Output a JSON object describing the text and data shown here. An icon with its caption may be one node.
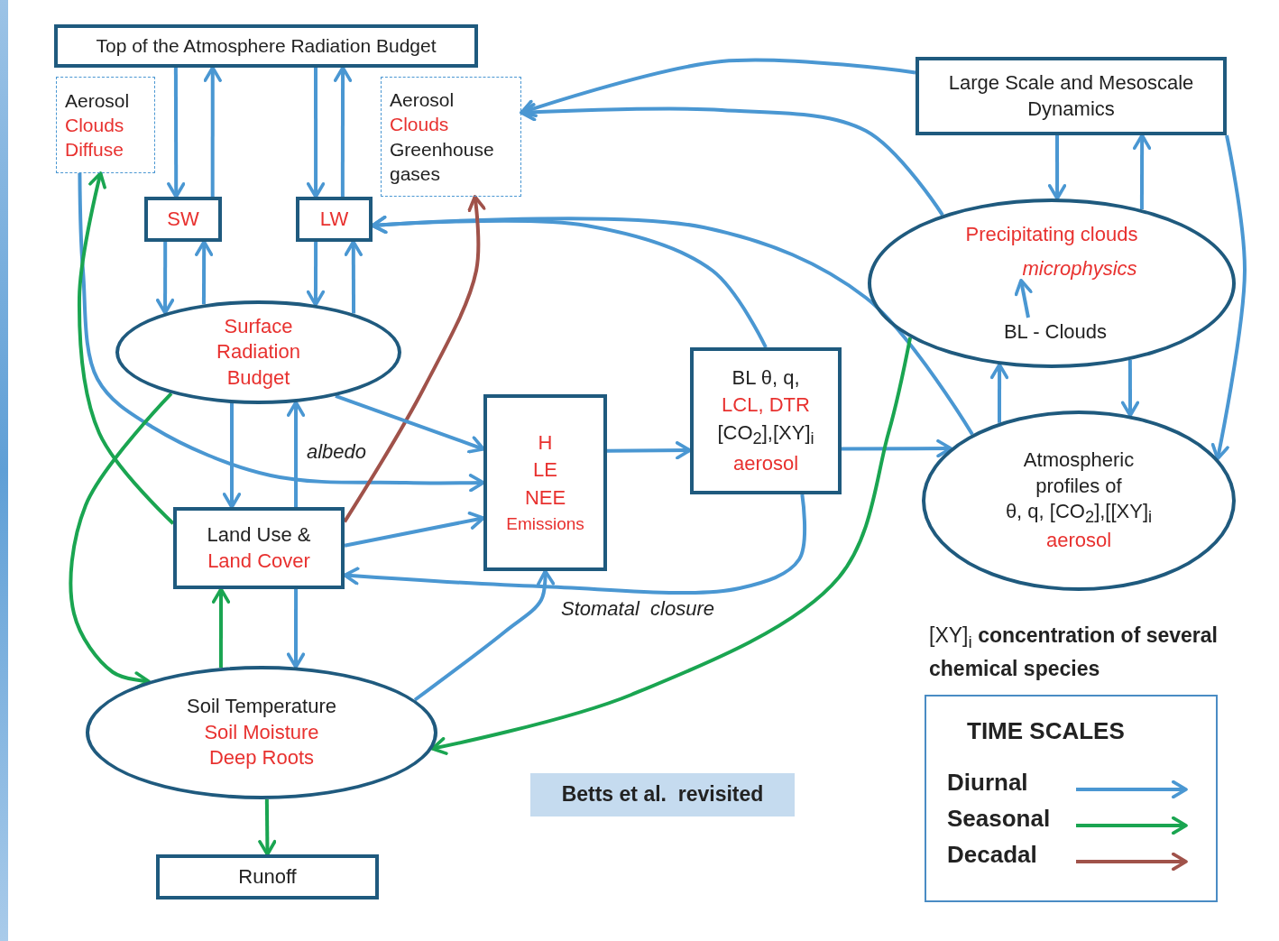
{
  "diagram": {
    "nodes": [
      {
        "text": [
          "Top of the Atmosphere Radiation Budget"
        ]
      },
      {
        "text": [
          "Aerosol",
          "Clouds",
          "Diffuse"
        ]
      },
      {
        "text": [
          "Aerosol",
          "Clouds",
          "Greenhouse gases"
        ]
      },
      {
        "text": [
          "SW"
        ]
      },
      {
        "text": [
          "LW"
        ]
      },
      {
        "text": [
          "Large Scale and Mesoscale Dynamics"
        ]
      },
      {
        "text": [
          "Precipitating clouds"
        ]
      },
      {
        "text": [
          "microphysics"
        ],
        "in": 6
      },
      {
        "text": [
          "BL - Clouds"
        ],
        "in": 6
      },
      {
        "text": [
          "Surface Radiation Budget"
        ]
      },
      {
        "text": [
          "H",
          "LE",
          "NEE",
          "Emissions"
        ]
      },
      {
        "text": [
          "BL  θ, q,",
          "LCL, DTR",
          "[CO$_{2}$],[XY]$_{i}$",
          "aerosol"
        ]
      },
      {
        "text": [
          "Atmospheric profiles of",
          "θ, q, [CO$_{2}$],[[XY]$_{i}$",
          "aerosol"
        ]
      },
      {
        "text": [
          "Land  Use &",
          "Land Cover"
        ]
      },
      {
        "text": [
          "Soil Temperature",
          "Soil Moisture",
          "Deep Roots"
        ]
      },
      {
        "text": [
          "Runoff"
        ]
      }
    ],
    "edges": [
      {
        "from": 0,
        "to": 3,
        "arrow": "to"
      },
      {
        "from": 3,
        "to": 0,
        "arrow": "to"
      },
      {
        "from": 0,
        "to": 4,
        "arrow": "to"
      },
      {
        "from": 4,
        "to": 0,
        "arrow": "to"
      },
      {
        "from": 3,
        "to": 9,
        "arrow": "to"
      },
      {
        "from": 9,
        "to": 3,
        "arrow": "to"
      },
      {
        "from": 4,
        "to": 9,
        "arrow": "to"
      },
      {
        "from": 9,
        "to": 4,
        "arrow": "to"
      },
      {
        "from": 5,
        "to": 2,
        "arrow": "to"
      },
      {
        "from": 6,
        "to": 2,
        "arrow": "to"
      },
      {
        "from": 11,
        "to": 4,
        "arrow": "to"
      },
      {
        "from": 12,
        "to": 4,
        "arrow": "to"
      },
      {
        "from": 5,
        "to": 6,
        "arrow": "to"
      },
      {
        "from": 6,
        "to": 5,
        "arrow": "to"
      },
      {
        "from": 5,
        "to": 12,
        "arrow": "to"
      },
      {
        "from": 12,
        "to": 6,
        "arrow": "to"
      },
      {
        "from": 6,
        "to": 12,
        "arrow": "to"
      },
      {
        "from": 8,
        "to": 7,
        "arrow": "to"
      },
      {
        "from": 1,
        "to": 10,
        "arrow": "to"
      },
      {
        "from": 13,
        "to": 1,
        "arrow": "to",
        "color": "#1aa551"
      },
      {
        "from": 9,
        "to": 14,
        "arrow": "to",
        "color": "#1aa551"
      },
      {
        "from": 13,
        "to": 2,
        "arrow": "to",
        "color": "#a0524a"
      },
      {
        "from": 9,
        "to": 10,
        "arrow": "to"
      },
      {
        "from": 9,
        "to": 13,
        "arrow": "to"
      },
      {
        "from": 13,
        "to": 9,
        "arrow": "to",
        "label": "albedo"
      },
      {
        "from": 13,
        "to": 10,
        "arrow": "to"
      },
      {
        "from": 10,
        "to": 11,
        "arrow": "to"
      },
      {
        "from": 11,
        "to": 12,
        "arrow": "to"
      },
      {
        "from": 11,
        "to": 13,
        "arrow": "to",
        "label": "Stomatal  closure"
      },
      {
        "from": 14,
        "to": 10,
        "arrow": "to"
      },
      {
        "from": 13,
        "to": 14,
        "arrow": "to"
      },
      {
        "from": 14,
        "to": 13,
        "arrow": "to",
        "color": "#1aa551"
      },
      {
        "from": 6,
        "to": 14,
        "arrow": "to",
        "color": "#1aa551"
      },
      {
        "from": 14,
        "to": 15,
        "arrow": "to",
        "color": "#1aa551"
      }
    ],
    "labels": [
      "[XY]$_{i}$ **concentration of several chemical species**",
      "Betts et al.  revisited",
      "TIME SCALES"
    ],
    "legend": [
      {
        "text": "Diurnal"
      },
      {
        "text": "Seasonal"
      },
      {
        "text": "Decadal"
      }
    ]
  }
}
